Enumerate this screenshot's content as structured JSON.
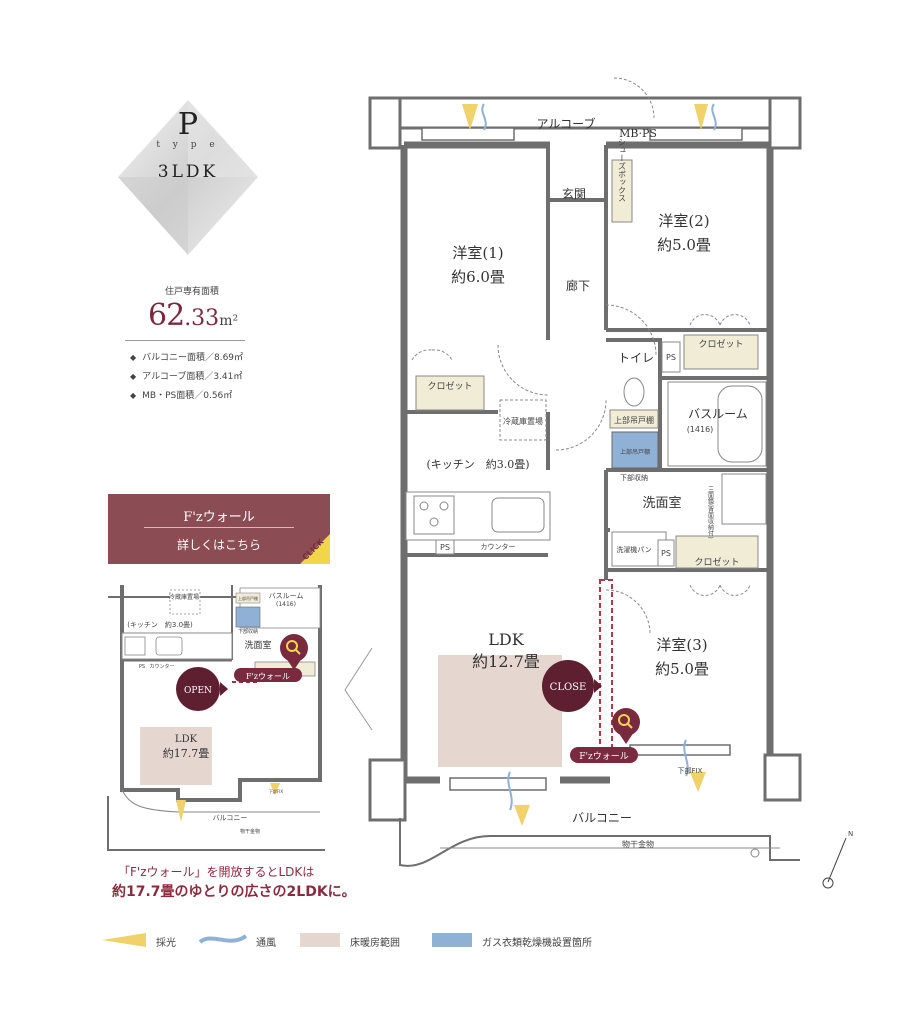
{
  "badge": {
    "letter": "P",
    "type_label": "t y p e",
    "layout": "3LDK"
  },
  "area": {
    "label": "住戸専有面積",
    "value_int": "62",
    "value_dec": ".33",
    "unit": "m²",
    "details": [
      "バルコニー面積／8.69㎡",
      "アルコーブ面積／3.41㎡",
      "MB・PS面積／0.56㎡"
    ]
  },
  "fz_button": {
    "title": "F'zウォール",
    "subtitle": "詳しくはこちら",
    "click": "CLICK"
  },
  "main_plan": {
    "rooms": {
      "alcove": "アルコーブ",
      "mbps": "MB·PS",
      "entrance": "玄関",
      "shoe_box": "シューズボックス",
      "western1_name": "洋室(1)",
      "western1_size": "約6.0畳",
      "western2_name": "洋室(2)",
      "western2_size": "約5.0畳",
      "hallway": "廊下",
      "closet1": "クロゼット",
      "closet2": "クロゼット",
      "closet3": "クロゼット",
      "toilet": "トイレ",
      "ps1": "PS",
      "ps2": "PS",
      "ps3": "PS",
      "fridge": "冷蔵庫置場",
      "upper_cabinet": "上部吊戸棚",
      "bathroom": "バスルーム",
      "bath_size": "(1416)",
      "upper_cabinet2": "上部吊戸棚",
      "lower_storage": "下部収納",
      "kitchen": "(キッチン　約3.0畳)",
      "washroom": "洗面室",
      "triple_mirror": "三面鏡(背面収納付)",
      "counter": "カウンター",
      "washer_pan": "洗濯機パン",
      "ldk_name": "LDK",
      "ldk_size": "約12.7畳",
      "western3_name": "洋室(3)",
      "western3_size": "約5.0畳",
      "close_btn": "CLOSE",
      "fz_tag": "F'zウォール",
      "lower_fix": "下部FIX",
      "balcony": "バルコニー",
      "drying_hardware": "物干金物"
    }
  },
  "inset_plan": {
    "fridge": "冷蔵庫置場",
    "bathroom": "バスルーム",
    "bath_size": "(1416)",
    "upper_cabinet": "上部吊戸棚",
    "kitchen": "(キッチン　約3.0畳)",
    "lower_storage": "下部収納",
    "washroom": "洗面室",
    "counter": "カウンター",
    "ps": "PS",
    "open_btn": "OPEN",
    "fz_tag": "F'zウォール",
    "ldk_name": "LDK",
    "ldk_size": "約17.7畳",
    "lower_fix": "下部FIX",
    "balcony": "バルコニー",
    "drying_hardware": "物干金物"
  },
  "caption": {
    "line1": "「F'zウォール」を開放するとLDKは",
    "line2": "約17.7畳のゆとりの広さの2LDKに。"
  },
  "compass": "N",
  "legend": [
    {
      "label": "採光",
      "color": "#f0d16a"
    },
    {
      "label": "通風",
      "color": "#8fb1d6"
    },
    {
      "label": "床暖房範囲",
      "color": "#e5d7cf"
    },
    {
      "label": "ガス衣類乾燥機設置箇所",
      "color": "#8fb1d6"
    }
  ],
  "colors": {
    "accent": "#7a2a3e",
    "button": "#8b4d53",
    "click": "#f1d64a",
    "floor_heating": "#e5d7cf",
    "wall": "#6e6e6e"
  }
}
